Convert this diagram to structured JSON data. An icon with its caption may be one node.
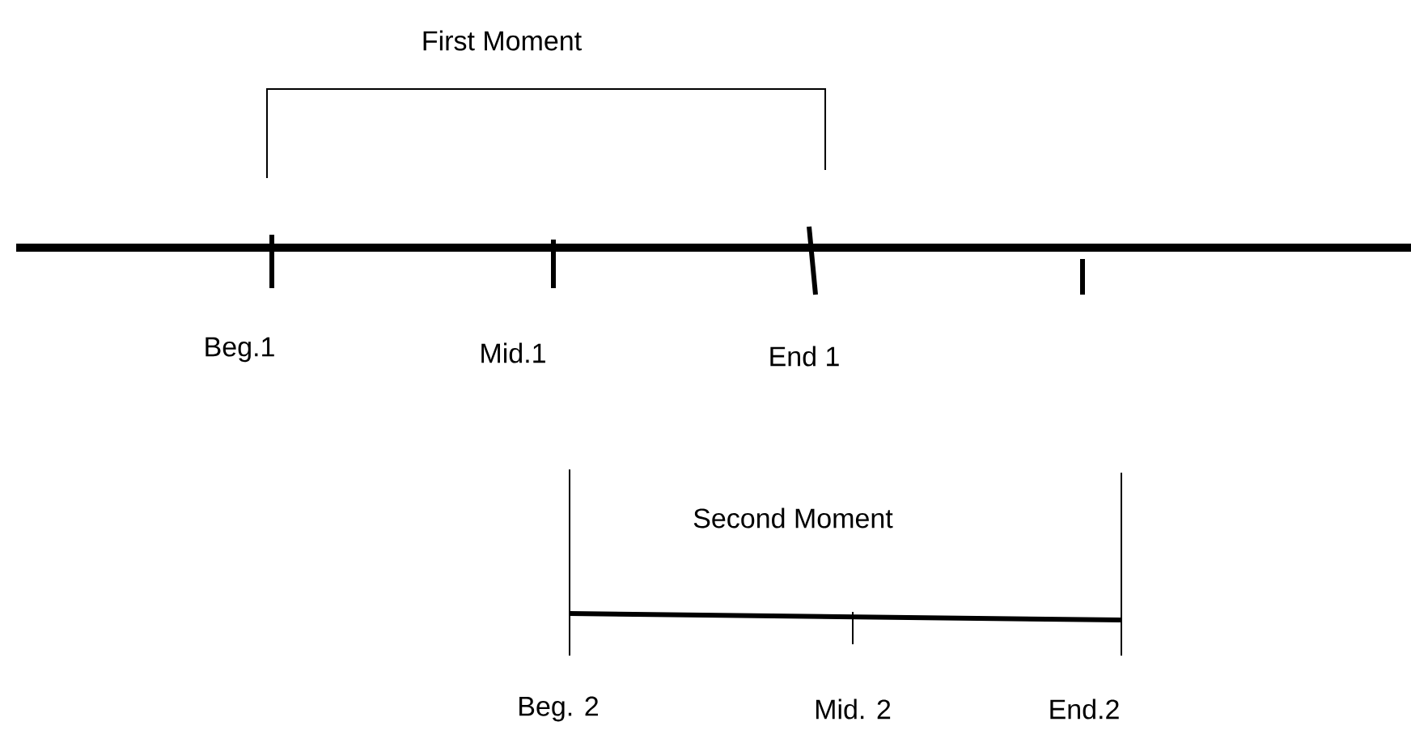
{
  "diagram": {
    "labels": [
      "First Moment",
      "Beg.1",
      "Mid.1",
      "End 1",
      "Second Moment",
      "Beg. 2",
      "Mid. 2",
      "End.2"
    ]
  }
}
